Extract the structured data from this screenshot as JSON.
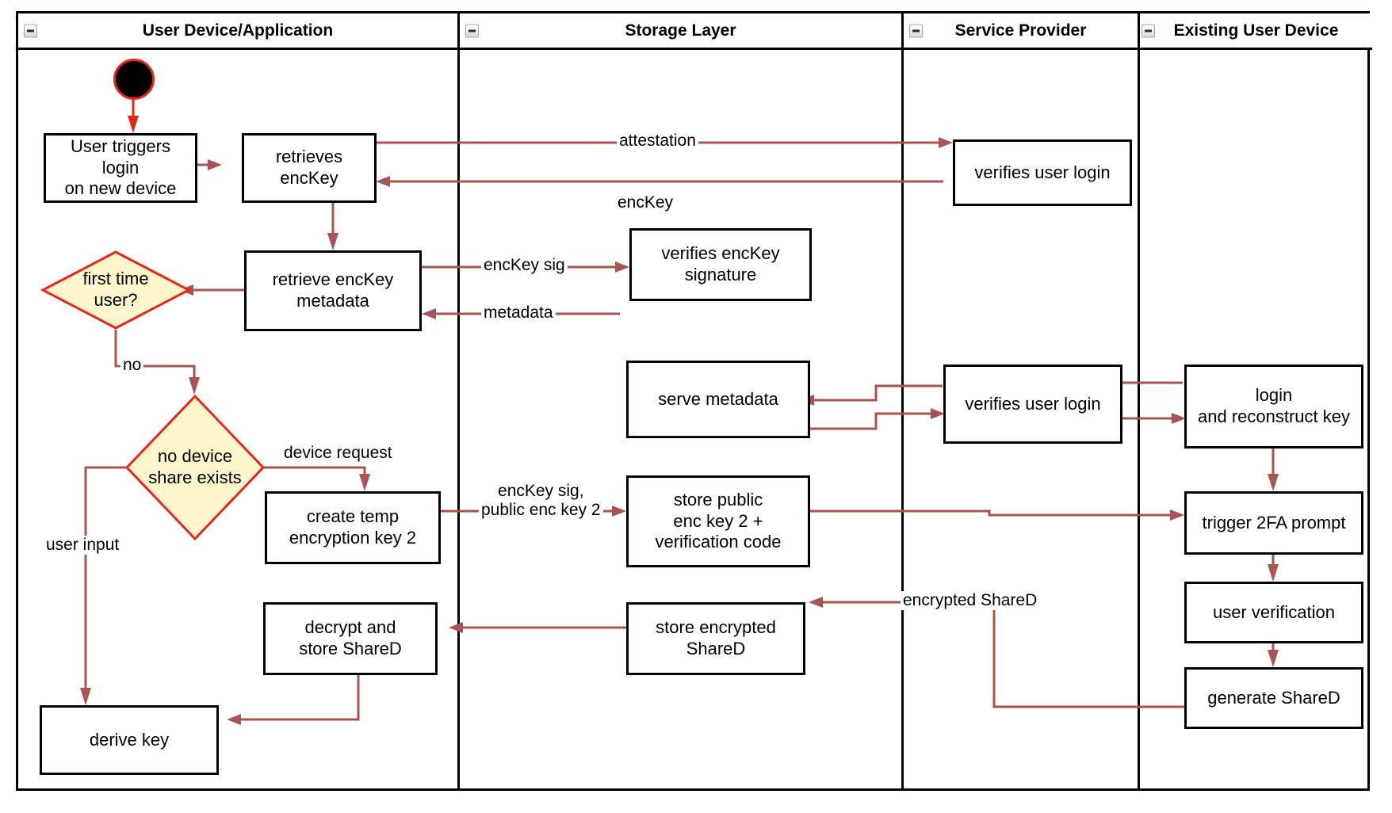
{
  "diagram": {
    "type": "uml-activity-swimlane",
    "title": "Key recovery / device onboarding activity diagram",
    "colors": {
      "node_border": "#000000",
      "node_fill": "#ffffff",
      "decision_border": "#e8261c",
      "decision_fill": "#fff6cc",
      "edge": "#a85450",
      "start_edge": "#e8261c",
      "start_fill": "#000000",
      "lane_border": "#000000",
      "background": "#ffffff"
    }
  },
  "lanes": [
    {
      "id": "user-device",
      "label": "User Device/Application",
      "collapse_icon": "collapse-minus-icon"
    },
    {
      "id": "storage-layer",
      "label": "Storage Layer",
      "collapse_icon": "collapse-minus-icon"
    },
    {
      "id": "service-provider",
      "label": "Service Provider",
      "collapse_icon": "collapse-minus-icon"
    },
    {
      "id": "existing-user-device",
      "label": "Existing User Device",
      "collapse_icon": "collapse-minus-icon"
    }
  ],
  "nodes": {
    "start": {
      "kind": "initial-node",
      "lane": "user-device"
    },
    "n1": {
      "label": "User triggers login\non new device",
      "lane": "user-device"
    },
    "n2": {
      "label": "retrieves\nencKey",
      "lane": "user-device"
    },
    "n3": {
      "label": "retrieve encKey\nmetadata",
      "lane": "user-device"
    },
    "n4": {
      "label": "create temp\nencryption key 2",
      "lane": "user-device"
    },
    "n5": {
      "label": "decrypt and\nstore ShareD",
      "lane": "user-device"
    },
    "n6": {
      "label": "derive key",
      "lane": "user-device"
    },
    "d1": {
      "label": "first time\nuser?",
      "kind": "decision",
      "lane": "user-device"
    },
    "d2": {
      "label": "no device\nshare exists",
      "kind": "decision",
      "lane": "user-device"
    },
    "s1": {
      "label": "verifies encKey\nsignature",
      "lane": "storage-layer"
    },
    "s2": {
      "label": "serve metadata",
      "lane": "storage-layer"
    },
    "s3": {
      "label": "store public\nenc key 2 +\nverification code",
      "lane": "storage-layer"
    },
    "s4": {
      "label": "store encrypted\nShareD",
      "lane": "storage-layer"
    },
    "p1": {
      "label": "verifies user login",
      "lane": "service-provider"
    },
    "p2": {
      "label": "verifies user login",
      "lane": "service-provider"
    },
    "e1": {
      "label": "login\nand reconstruct key",
      "lane": "existing-user-device"
    },
    "e2": {
      "label": "trigger 2FA prompt",
      "lane": "existing-user-device"
    },
    "e3": {
      "label": "user verification",
      "lane": "existing-user-device"
    },
    "e4": {
      "label": "generate ShareD",
      "lane": "existing-user-device"
    }
  },
  "edge_labels": {
    "attestation": "attestation",
    "enckey": "encKey",
    "enckey_sig": "encKey sig",
    "metadata": "metadata",
    "no": "no",
    "device_request": "device request",
    "enckey_sig_pub2": "encKey sig,\npublic enc key 2",
    "user_input": "user input",
    "encrypted_shared": "encrypted ShareD"
  }
}
